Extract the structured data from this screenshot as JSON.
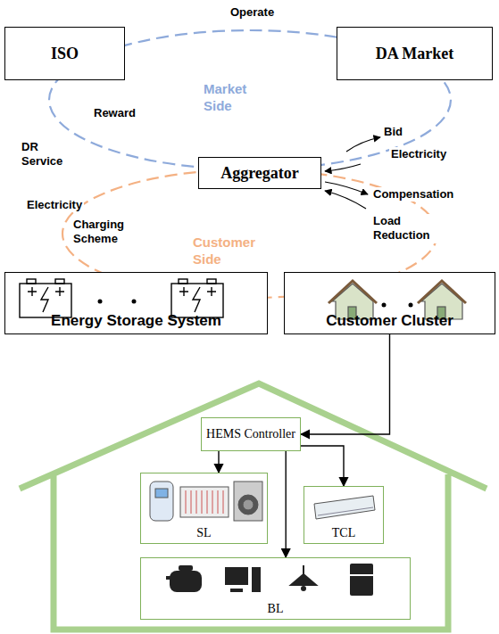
{
  "diagram": {
    "nodes": [
      {
        "text": [
          "ISO"
        ]
      },
      {
        "text": [
          "DA Market"
        ]
      },
      {
        "text": [
          "Aggregator"
        ]
      },
      {
        "text": [
          "Energy Storage System"
        ]
      },
      {
        "text": [
          "Customer Cluster"
        ]
      },
      {
        "text": [
          "HEMS Controller"
        ]
      },
      {
        "text": [
          "SL"
        ]
      },
      {
        "text": [
          "TCL"
        ]
      },
      {
        "text": [
          "BL"
        ]
      }
    ],
    "edges": [
      {
        "from": 4,
        "to": 5,
        "arrow": "to"
      },
      {
        "from": 5,
        "to": 6,
        "arrow": "to"
      },
      {
        "from": 5,
        "to": 7,
        "arrow": "to"
      },
      {
        "from": 5,
        "to": 8,
        "arrow": "to"
      }
    ],
    "labels": [
      "Operate",
      "Market Side",
      "Reward",
      "DR Service",
      "Bid",
      "Electricity",
      "Compensation",
      "Load Reduction",
      "Electricity",
      "Charging Scheme",
      "Customer Side"
    ]
  }
}
